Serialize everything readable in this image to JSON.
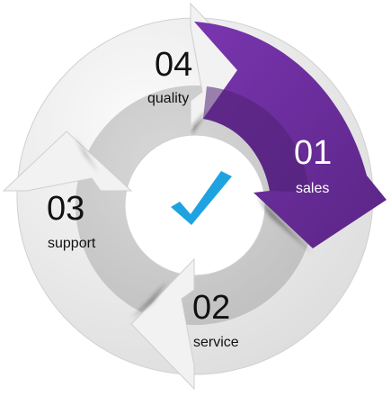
{
  "colors": {
    "accent_purple": "#6a2d9c",
    "accent_purple_dark": "#4a1f70",
    "outer_ring": "#eeeeee",
    "inner_ring": "#cfcfcf",
    "check_blue": "#1fa3e0"
  },
  "steps": [
    {
      "number": "01",
      "label": "sales",
      "highlighted": true
    },
    {
      "number": "02",
      "label": "service",
      "highlighted": false
    },
    {
      "number": "03",
      "label": "support",
      "highlighted": false
    },
    {
      "number": "04",
      "label": "quality",
      "highlighted": false
    }
  ],
  "center_icon": "checkmark-icon"
}
